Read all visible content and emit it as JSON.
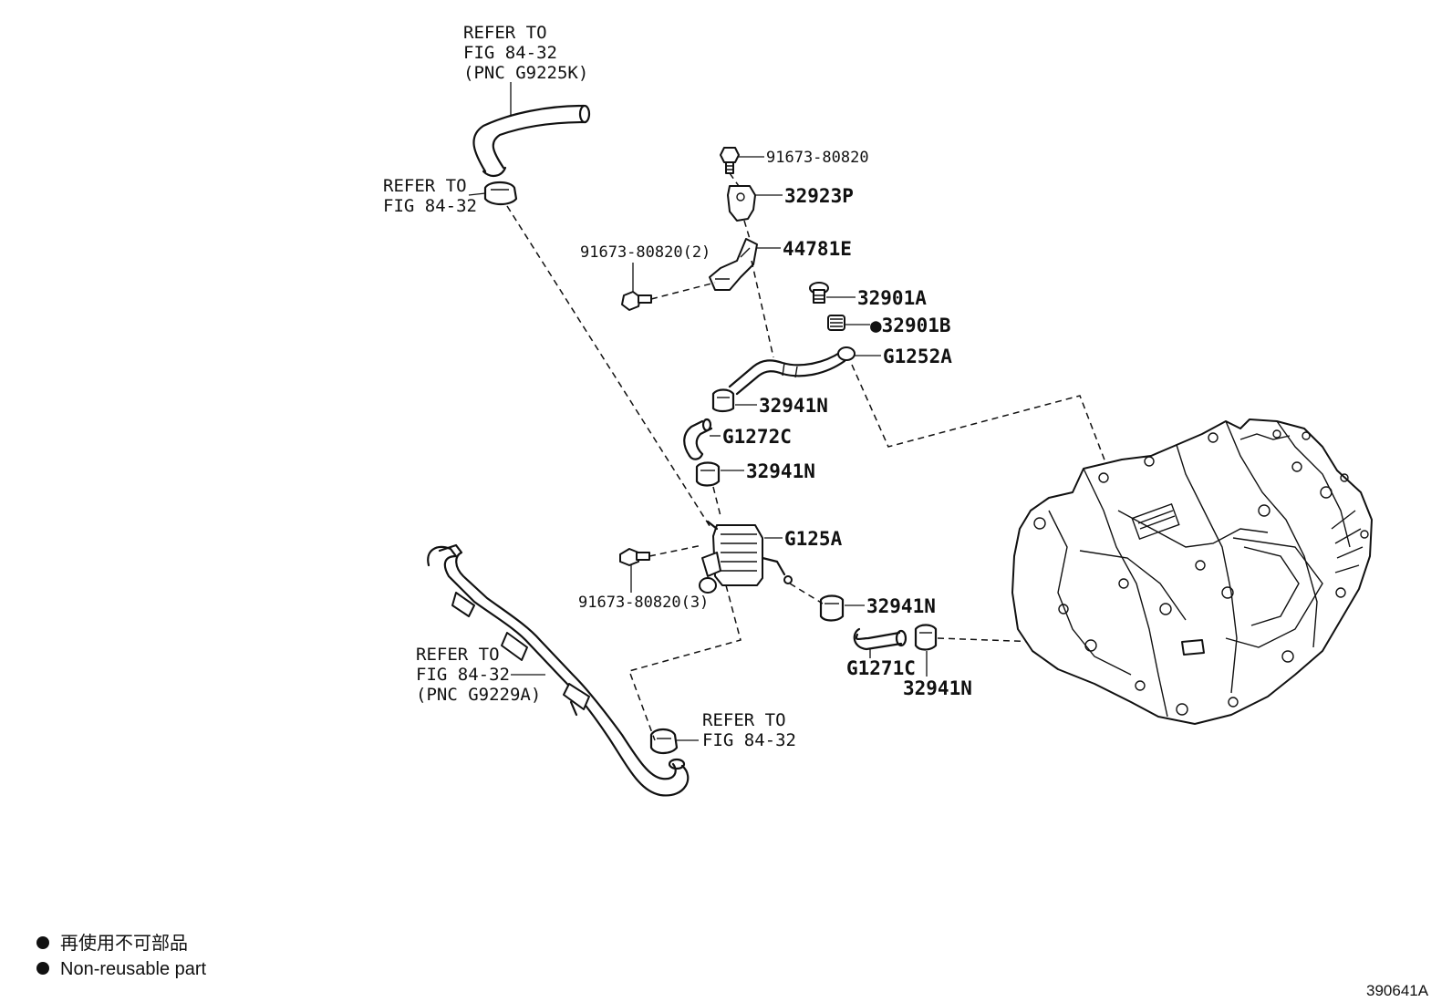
{
  "callouts": {
    "refer_top": [
      "REFER TO",
      "FIG 84-32",
      "(PNC G9225K)"
    ],
    "refer_clamp_top": [
      "REFER TO",
      "FIG 84-32"
    ],
    "refer_bottom_left": [
      "REFER TO",
      "FIG 84-32",
      "(PNC G9229A)"
    ],
    "refer_bottom_clamp": [
      "REFER TO",
      "FIG 84-32"
    ]
  },
  "parts": {
    "bolt_top": "91673-80820",
    "bracket_upper": "32923P",
    "bracket_lower": "44781E",
    "bolt_bracket": "91673-80820(2)",
    "plug": "32901A",
    "gasket": "32901B",
    "pipe": "G1252A",
    "clamp_1": "32941N",
    "hose_short": "G1272C",
    "clamp_2": "32941N",
    "cooler": "G125A",
    "bolt_cooler": "91673-80820(3)",
    "clamp_3": "32941N",
    "hose_outlet": "G1271C",
    "clamp_4": "32941N"
  },
  "legend": {
    "symbol": "●",
    "jp": "再使用不可部品",
    "en": "Non-reusable part"
  },
  "figure_code": "390641A"
}
